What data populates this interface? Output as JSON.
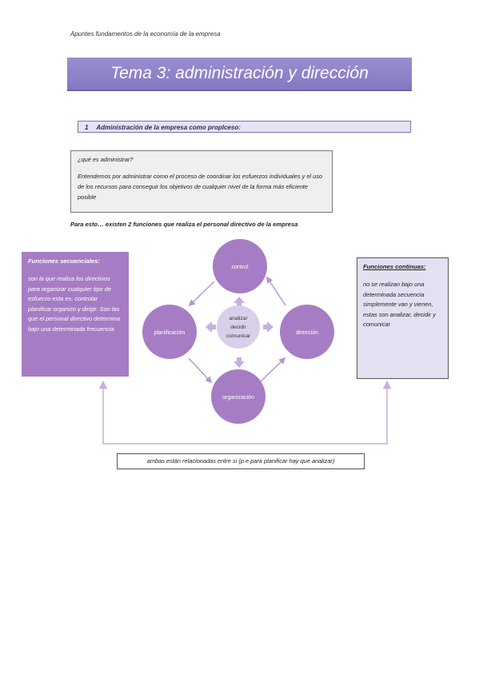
{
  "header_note": "Apuntes fundamentos de la economía de la empresa",
  "title": "Tema 3: administración y dirección",
  "section": {
    "number": "1",
    "label": "Administración de la empresa como proplceso:"
  },
  "definition": {
    "question": "¿qué es administrar?",
    "answer": "Entendemos por administrar como el proceso de coordinar los esfuerzos individuales y el uso de los recursos para conseguir los objetivos de cualquier nivel de la forma más eficiente posible"
  },
  "intro_line": "Para esto… existen 2 funciones que realiza el personal directivo de la empresa",
  "sequential": {
    "heading": "Funciones secuenciales:",
    "body": "son la que realiza los directivos para organizar cualquier tipo de esfuerzo esta es: controlar planificar organizo y dirigir. Son las que el personal directivo determina bajo una determinada frecuencia"
  },
  "continuous": {
    "heading": "Funciones continuas:",
    "body": "no se realizan bajo una determinada secuencia simplemente van y vienen, estas son analizar, decidir y comunicar"
  },
  "diagram": {
    "nodes": {
      "top": "control",
      "left": "planificación",
      "right": "dirección",
      "bottom": "organización"
    },
    "center": [
      "analizar",
      "decidir",
      "comunicar"
    ],
    "colors": {
      "node": "#a67dc4",
      "center": "#d9cfe9",
      "arrow": "#b295d1",
      "connector": "#c7aee0"
    }
  },
  "relation_note": "ambas están relacionadas entre si (p.e para planificar hay que analizar)"
}
